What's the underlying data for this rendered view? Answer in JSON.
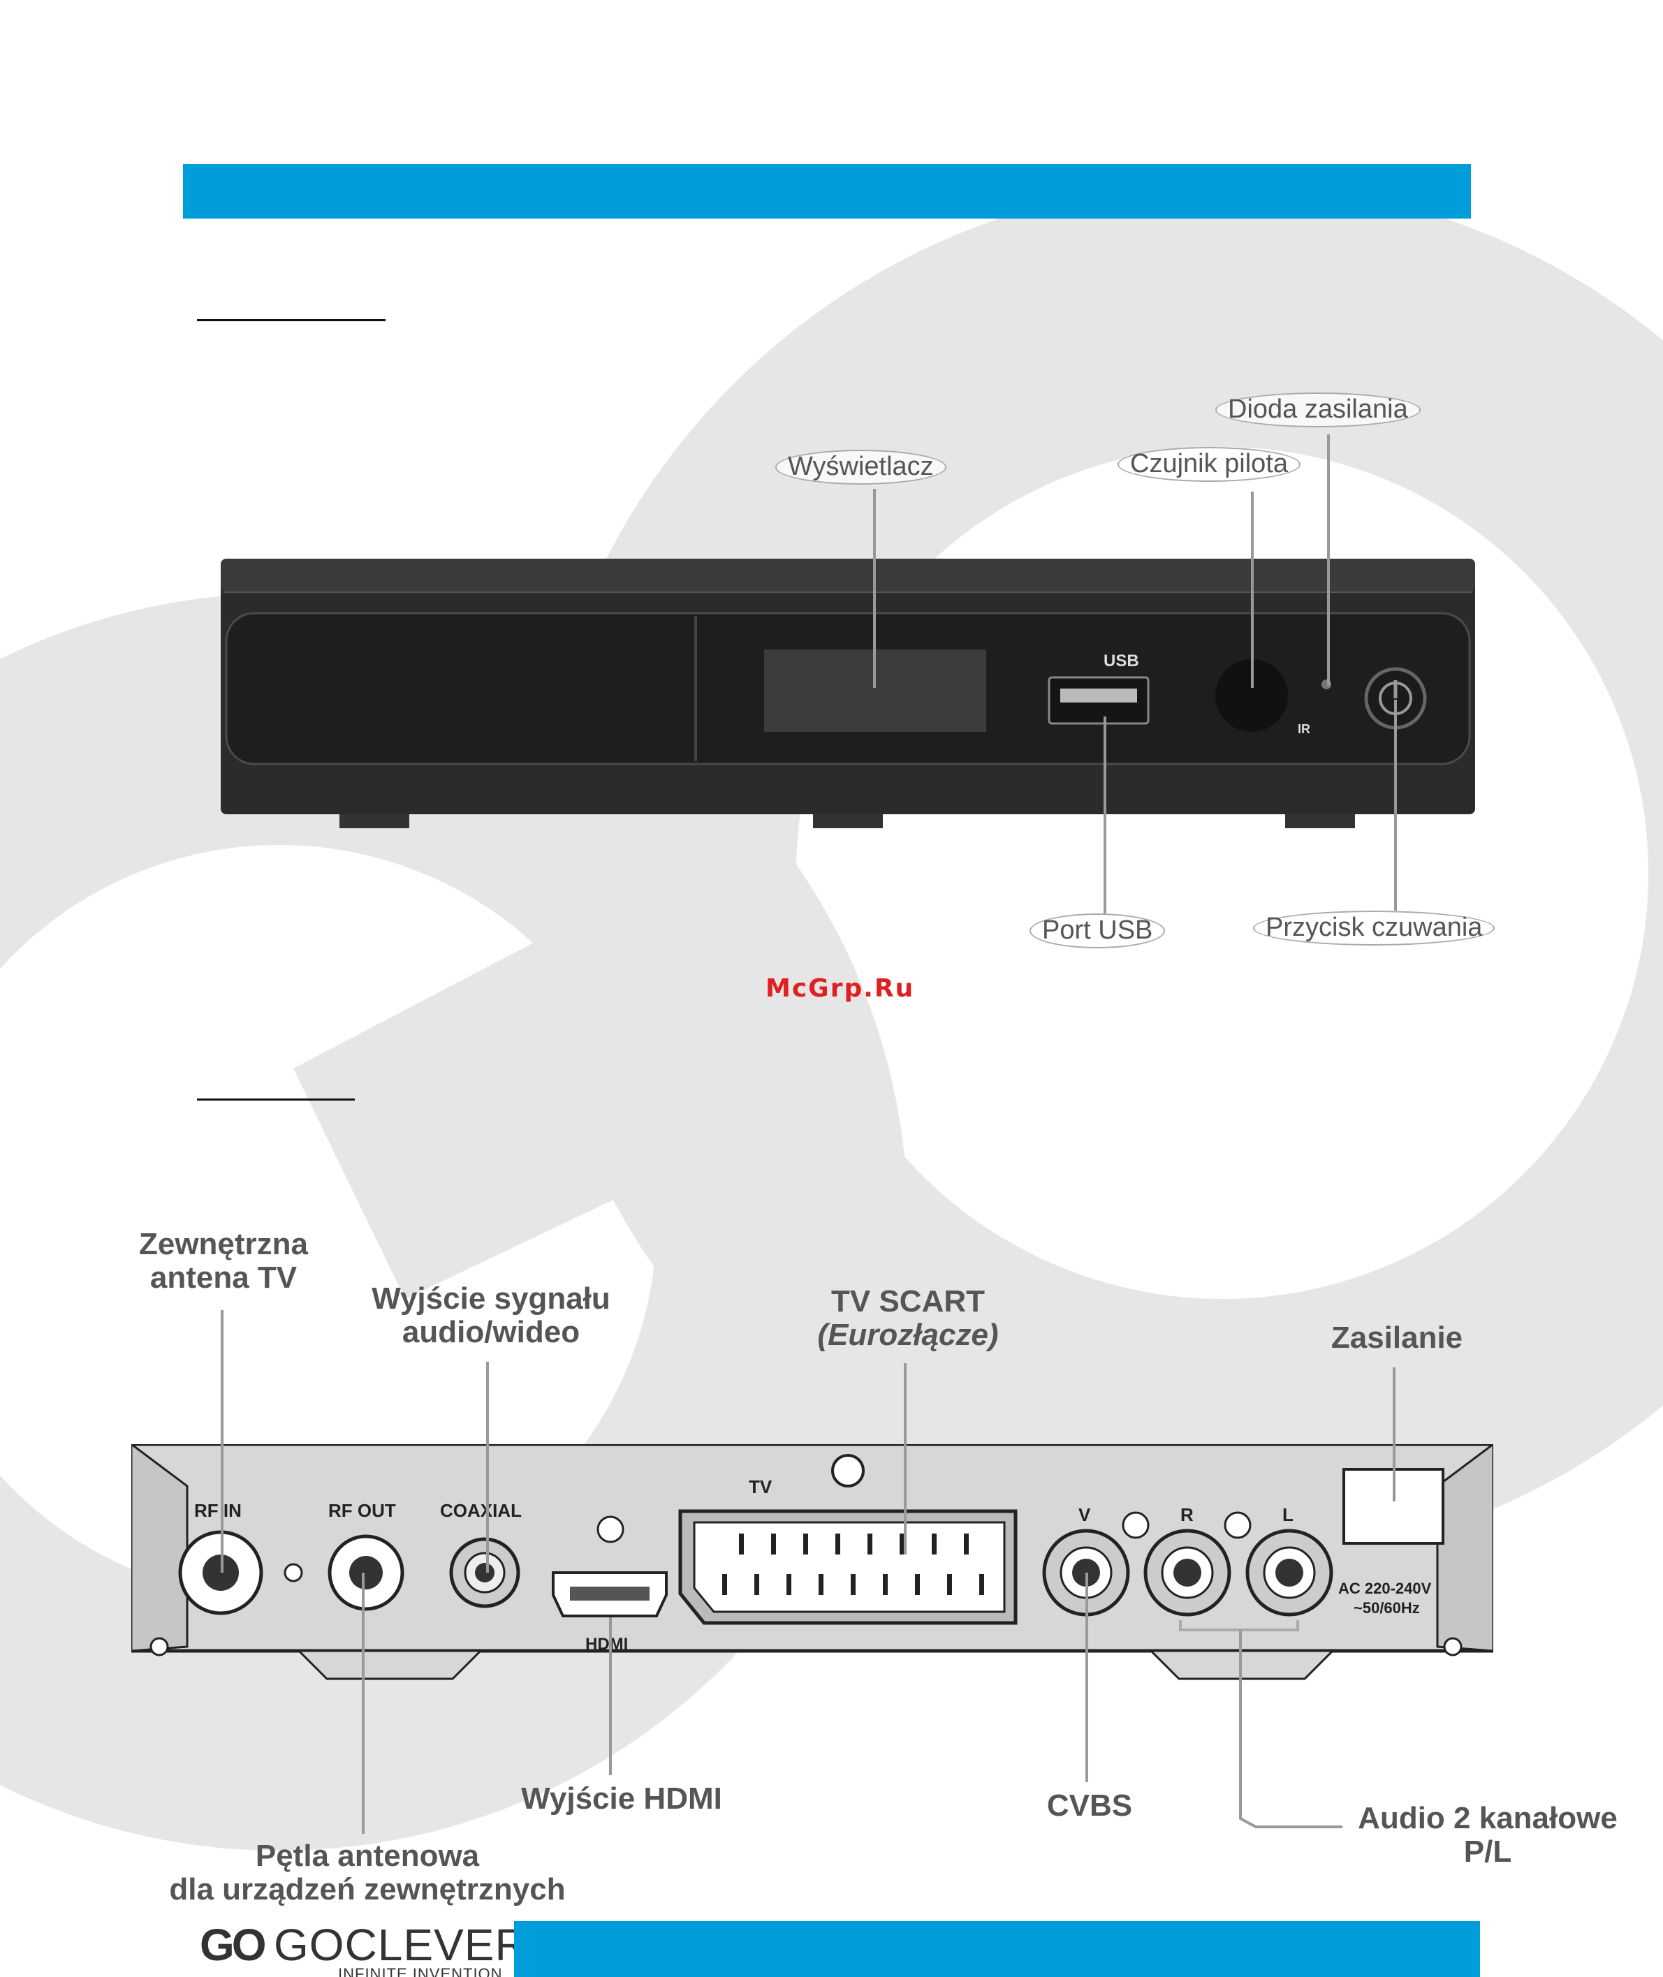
{
  "front_panel": {
    "labels": {
      "display": "Wyświetlacz",
      "power_led": "Dioda zasilania",
      "remote_sensor": "Czujnik pilota",
      "usb_port": "Port USB",
      "standby_button": "Przycisk czuwania"
    },
    "device_marks": {
      "usb": "USB",
      "ir": "IR"
    }
  },
  "watermark": "McGrp.Ru",
  "rear_panel": {
    "labels": {
      "external_antenna_line1": "Zewnętrzna",
      "external_antenna_line2": "antena TV",
      "av_output_line1": "Wyjście sygnału",
      "av_output_line2": "audio/wideo",
      "tv_scart_line1": "TV SCART",
      "tv_scart_line2": "(Eurozłącze)",
      "power": "Zasilanie",
      "hdmi_output": "Wyjście HDMI",
      "cvbs": "CVBS",
      "audio_line1": "Audio 2 kanałowe",
      "audio_line2": "P/L",
      "loop_line1": "Pętla antenowa",
      "loop_line2": "dla urządzeń zewnętrznych"
    },
    "device_marks": {
      "rf_in": "RF IN",
      "rf_out": "RF OUT",
      "coaxial": "COAXIAL",
      "hdmi": "HDMI",
      "tv": "TV",
      "v": "V",
      "r": "R",
      "l": "L",
      "ac_line1": "AC 220-240V",
      "ac_line2": "~50/60Hz"
    }
  },
  "brand": {
    "mark": "GO",
    "name": "GOCLEVER",
    "tagline": "INFINITE INVENTION"
  },
  "colors": {
    "band": "#009ddb",
    "watermark": "#e02020"
  }
}
